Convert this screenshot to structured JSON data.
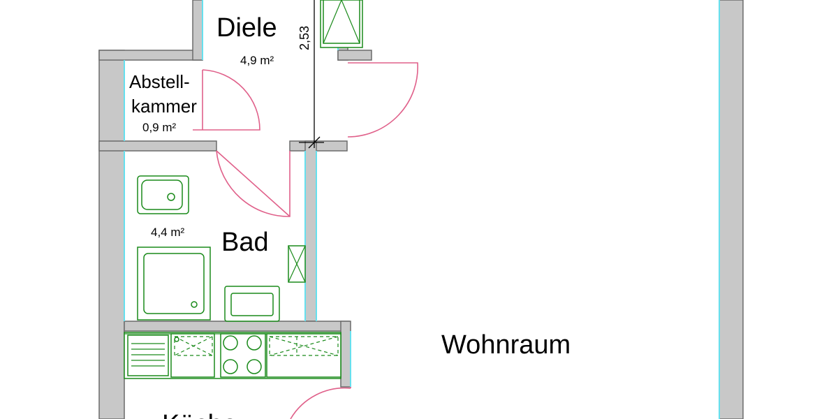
{
  "rooms": {
    "diele": {
      "name": "Diele",
      "area": "4,9 m²"
    },
    "abstellkammer": {
      "name_line1": "Abstell-",
      "name_line2": "kammer",
      "area": "0,9 m²"
    },
    "bad": {
      "name": "Bad",
      "area": "4,4 m²"
    },
    "wohnraum": {
      "name": "Wohnraum"
    },
    "kueche": {
      "name": "Küche"
    }
  },
  "dimensions": {
    "diele_height": "2,53"
  },
  "colors": {
    "wall_fill": "#c8c8c8",
    "wall_edge": "#66e0ee",
    "door": "#e0608a",
    "fixture": "#1a8a1a"
  }
}
